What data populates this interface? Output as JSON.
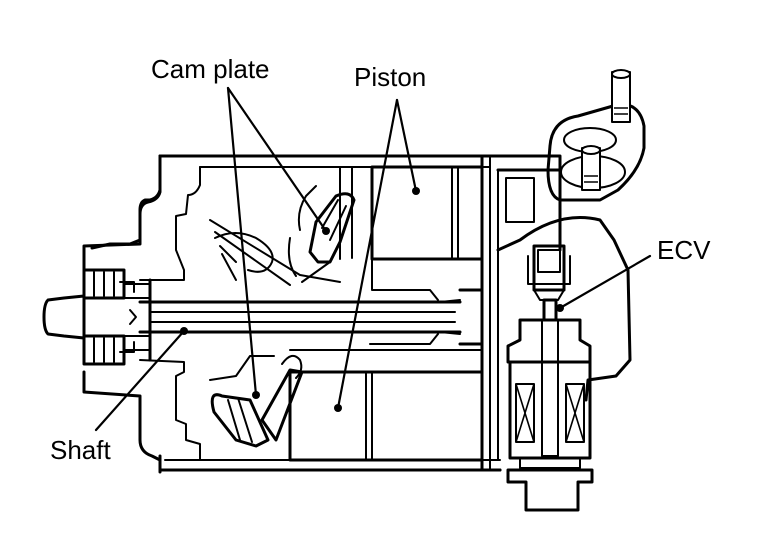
{
  "diagram": {
    "title": "Variable displacement compressor cross-section",
    "line_color": "#000000",
    "background_color": "#ffffff",
    "labels": {
      "cam_plate": "Cam plate",
      "piston": "Piston",
      "ecv": "ECV",
      "shaft": "Shaft"
    },
    "callouts": [
      {
        "label": "Cam plate",
        "targets": [
          "upper cam plate",
          "lower cam plate"
        ]
      },
      {
        "label": "Piston",
        "targets": [
          "upper piston",
          "lower piston"
        ]
      },
      {
        "label": "ECV",
        "targets": [
          "electronic control valve"
        ]
      },
      {
        "label": "Shaft",
        "targets": [
          "main shaft"
        ]
      }
    ]
  }
}
